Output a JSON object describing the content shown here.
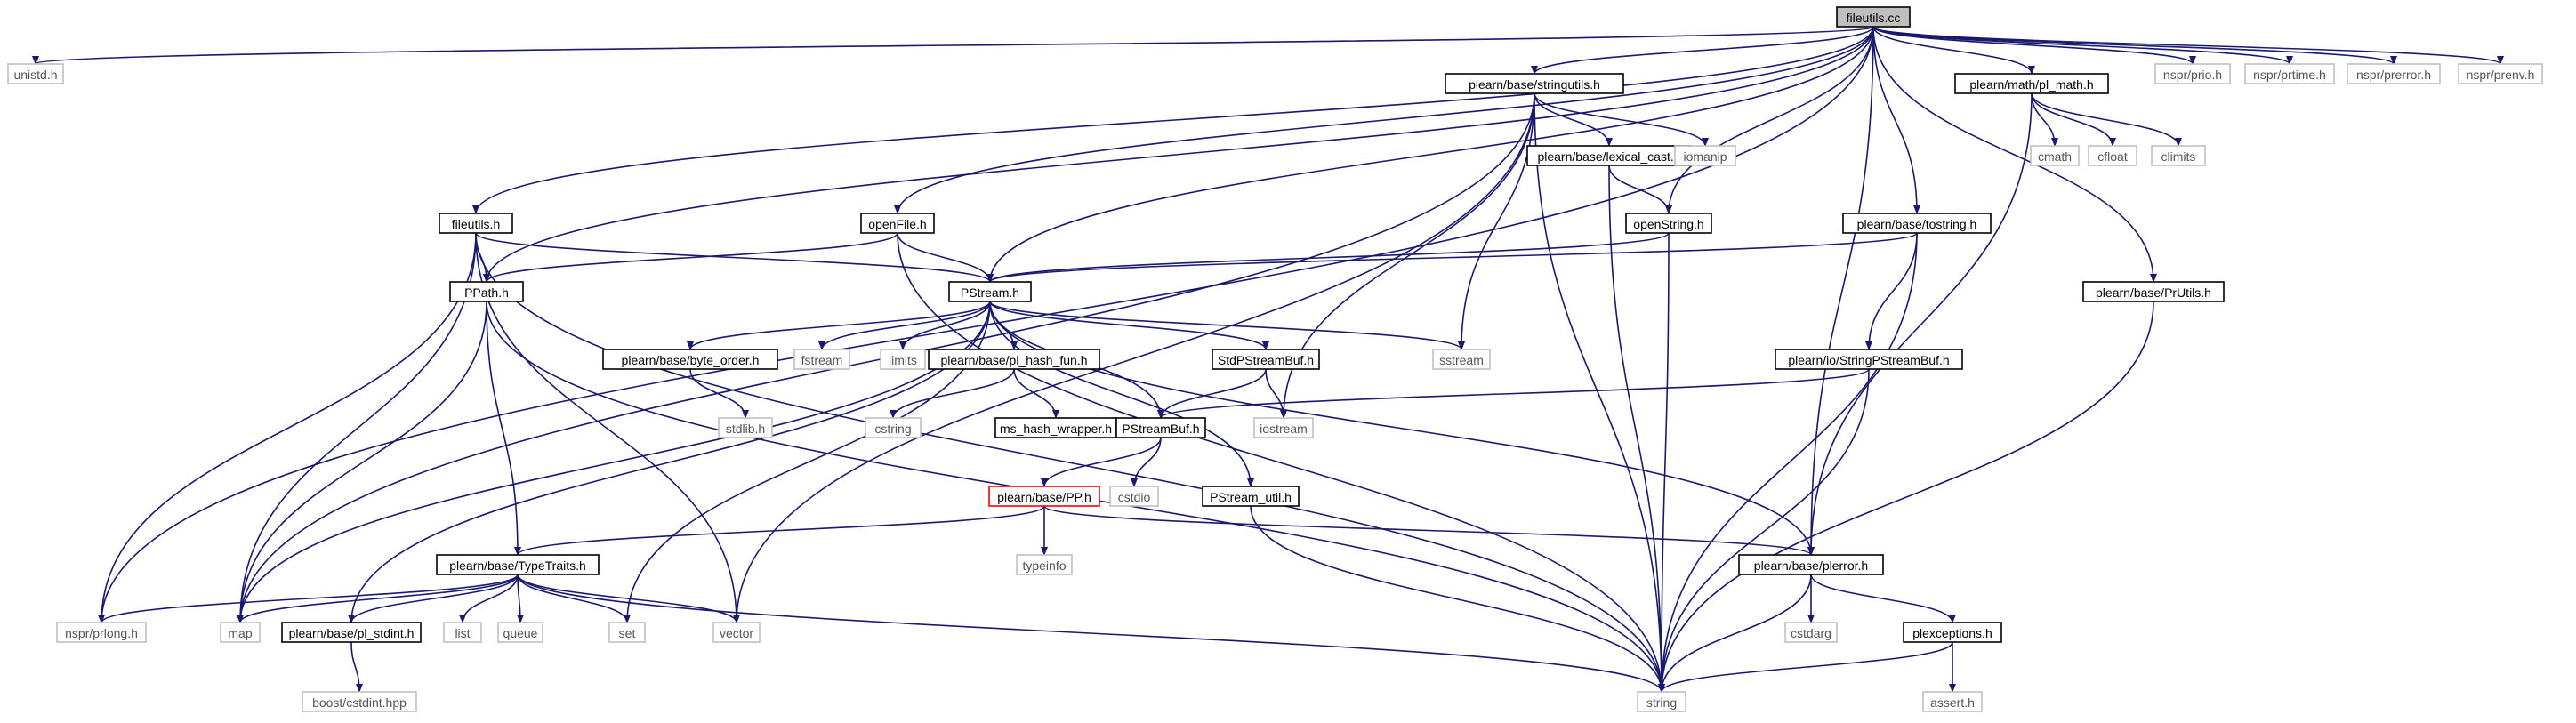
{
  "colors": {
    "edge": "#191970",
    "node_border_normal": "#000000",
    "node_border_missing": "#bfbfbf",
    "node_border_truncated": "#ff0000",
    "node_fill_root": "#bfbfbf",
    "node_fill": "#ffffff",
    "text_normal": "#000000",
    "text_missing": "#555555"
  },
  "nodes": [
    {
      "id": "fileutils_cc",
      "label": "fileutils.cc",
      "kind": "root"
    },
    {
      "id": "unistd_h",
      "label": "unistd.h",
      "kind": "missing"
    },
    {
      "id": "stringutils_h",
      "label": "plearn/base/stringutils.h",
      "kind": "normal"
    },
    {
      "id": "pl_math_h",
      "label": "plearn/math/pl_math.h",
      "kind": "normal"
    },
    {
      "id": "nspr_prio_h",
      "label": "nspr/prio.h",
      "kind": "missing"
    },
    {
      "id": "nspr_prtime_h",
      "label": "nspr/prtime.h",
      "kind": "missing"
    },
    {
      "id": "nspr_prerror_h",
      "label": "nspr/prerror.h",
      "kind": "missing"
    },
    {
      "id": "nspr_prenv_h",
      "label": "nspr/prenv.h",
      "kind": "missing"
    },
    {
      "id": "lexical_cast_h",
      "label": "plearn/base/lexical_cast.h",
      "kind": "normal"
    },
    {
      "id": "iomanip",
      "label": "iomanip",
      "kind": "missing"
    },
    {
      "id": "cmath",
      "label": "cmath",
      "kind": "missing"
    },
    {
      "id": "cfloat",
      "label": "cfloat",
      "kind": "missing"
    },
    {
      "id": "climits",
      "label": "climits",
      "kind": "missing"
    },
    {
      "id": "fileutils_h",
      "label": "fileutils.h",
      "kind": "normal"
    },
    {
      "id": "openFile_h",
      "label": "openFile.h",
      "kind": "normal"
    },
    {
      "id": "openString_h",
      "label": "openString.h",
      "kind": "normal"
    },
    {
      "id": "tostring_h",
      "label": "plearn/base/tostring.h",
      "kind": "normal"
    },
    {
      "id": "PPath_h",
      "label": "PPath.h",
      "kind": "normal"
    },
    {
      "id": "PStream_h",
      "label": "PStream.h",
      "kind": "normal"
    },
    {
      "id": "PrUtils_h",
      "label": "plearn/base/PrUtils.h",
      "kind": "normal"
    },
    {
      "id": "byte_order_h",
      "label": "plearn/base/byte_order.h",
      "kind": "normal"
    },
    {
      "id": "fstream",
      "label": "fstream",
      "kind": "missing"
    },
    {
      "id": "limits",
      "label": "limits",
      "kind": "missing"
    },
    {
      "id": "pl_hash_fun_h",
      "label": "plearn/base/pl_hash_fun.h",
      "kind": "normal"
    },
    {
      "id": "StdPStreamBuf_h",
      "label": "StdPStreamBuf.h",
      "kind": "normal"
    },
    {
      "id": "sstream",
      "label": "sstream",
      "kind": "missing"
    },
    {
      "id": "StringPStreamBuf_h",
      "label": "plearn/io/StringPStreamBuf.h",
      "kind": "normal"
    },
    {
      "id": "stdlib_h",
      "label": "stdlib.h",
      "kind": "missing"
    },
    {
      "id": "cstring",
      "label": "cstring",
      "kind": "missing"
    },
    {
      "id": "ms_hash_wrapper_h",
      "label": "ms_hash_wrapper.h",
      "kind": "normal"
    },
    {
      "id": "PStreamBuf_h",
      "label": "PStreamBuf.h",
      "kind": "normal"
    },
    {
      "id": "iostream",
      "label": "iostream",
      "kind": "missing"
    },
    {
      "id": "PP_h",
      "label": "plearn/base/PP.h",
      "kind": "truncated"
    },
    {
      "id": "cstdio",
      "label": "cstdio",
      "kind": "missing"
    },
    {
      "id": "PStream_util_h",
      "label": "PStream_util.h",
      "kind": "normal"
    },
    {
      "id": "typeinfo",
      "label": "typeinfo",
      "kind": "missing"
    },
    {
      "id": "TypeTraits_h",
      "label": "plearn/base/TypeTraits.h",
      "kind": "normal"
    },
    {
      "id": "plerror_h",
      "label": "plearn/base/plerror.h",
      "kind": "normal"
    },
    {
      "id": "nspr_prlong_h",
      "label": "nspr/prlong.h",
      "kind": "missing"
    },
    {
      "id": "map",
      "label": "map",
      "kind": "missing"
    },
    {
      "id": "pl_stdint_h",
      "label": "plearn/base/pl_stdint.h",
      "kind": "normal"
    },
    {
      "id": "list",
      "label": "list",
      "kind": "missing"
    },
    {
      "id": "queue",
      "label": "queue",
      "kind": "missing"
    },
    {
      "id": "set",
      "label": "set",
      "kind": "missing"
    },
    {
      "id": "vector",
      "label": "vector",
      "kind": "missing"
    },
    {
      "id": "cstdarg",
      "label": "cstdarg",
      "kind": "missing"
    },
    {
      "id": "plexceptions_h",
      "label": "plexceptions.h",
      "kind": "normal"
    },
    {
      "id": "boost_cstdint_hpp",
      "label": "boost/cstdint.hpp",
      "kind": "missing"
    },
    {
      "id": "string",
      "label": "string",
      "kind": "missing"
    },
    {
      "id": "assert_h",
      "label": "assert.h",
      "kind": "missing"
    }
  ],
  "edges": [
    [
      "fileutils_cc",
      "unistd_h"
    ],
    [
      "fileutils_cc",
      "stringutils_h"
    ],
    [
      "fileutils_cc",
      "pl_math_h"
    ],
    [
      "fileutils_cc",
      "nspr_prio_h"
    ],
    [
      "fileutils_cc",
      "nspr_prtime_h"
    ],
    [
      "fileutils_cc",
      "nspr_prerror_h"
    ],
    [
      "fileutils_cc",
      "nspr_prenv_h"
    ],
    [
      "fileutils_cc",
      "fileutils_h"
    ],
    [
      "fileutils_cc",
      "openFile_h"
    ],
    [
      "fileutils_cc",
      "openString_h"
    ],
    [
      "fileutils_cc",
      "tostring_h"
    ],
    [
      "fileutils_cc",
      "PrUtils_h"
    ],
    [
      "fileutils_cc",
      "PPath_h"
    ],
    [
      "fileutils_cc",
      "PStream_h"
    ],
    [
      "fileutils_cc",
      "plerror_h"
    ],
    [
      "fileutils_cc",
      "nspr_prlong_h"
    ],
    [
      "stringutils_h",
      "lexical_cast_h"
    ],
    [
      "stringutils_h",
      "iomanip"
    ],
    [
      "stringutils_h",
      "map"
    ],
    [
      "stringutils_h",
      "sstream"
    ],
    [
      "stringutils_h",
      "iostream"
    ],
    [
      "stringutils_h",
      "vector"
    ],
    [
      "stringutils_h",
      "string"
    ],
    [
      "lexical_cast_h",
      "openString_h"
    ],
    [
      "lexical_cast_h",
      "string"
    ],
    [
      "pl_math_h",
      "cmath"
    ],
    [
      "pl_math_h",
      "cfloat"
    ],
    [
      "pl_math_h",
      "climits"
    ],
    [
      "pl_math_h",
      "plerror_h"
    ],
    [
      "fileutils_h",
      "PPath_h"
    ],
    [
      "fileutils_h",
      "PStream_h"
    ],
    [
      "fileutils_h",
      "map"
    ],
    [
      "fileutils_h",
      "vector"
    ],
    [
      "fileutils_h",
      "nspr_prlong_h"
    ],
    [
      "fileutils_h",
      "string"
    ],
    [
      "openFile_h",
      "PPath_h"
    ],
    [
      "openFile_h",
      "PStream_h"
    ],
    [
      "openFile_h",
      "string"
    ],
    [
      "openString_h",
      "PStream_h"
    ],
    [
      "openString_h",
      "string"
    ],
    [
      "tostring_h",
      "PStream_h"
    ],
    [
      "tostring_h",
      "StringPStreamBuf_h"
    ],
    [
      "tostring_h",
      "string"
    ],
    [
      "PrUtils_h",
      "string"
    ],
    [
      "PPath_h",
      "TypeTraits_h"
    ],
    [
      "PPath_h",
      "map"
    ],
    [
      "PPath_h",
      "string"
    ],
    [
      "PStream_h",
      "byte_order_h"
    ],
    [
      "PStream_h",
      "fstream"
    ],
    [
      "PStream_h",
      "limits"
    ],
    [
      "PStream_h",
      "pl_hash_fun_h"
    ],
    [
      "PStream_h",
      "StdPStreamBuf_h"
    ],
    [
      "PStream_h",
      "sstream"
    ],
    [
      "PStream_h",
      "PStreamBuf_h"
    ],
    [
      "PStream_h",
      "PStream_util_h"
    ],
    [
      "PStream_h",
      "plerror_h"
    ],
    [
      "PStream_h",
      "map"
    ],
    [
      "PStream_h",
      "pl_stdint_h"
    ],
    [
      "PStream_h",
      "set"
    ],
    [
      "byte_order_h",
      "stdlib_h"
    ],
    [
      "pl_hash_fun_h",
      "cstring"
    ],
    [
      "pl_hash_fun_h",
      "ms_hash_wrapper_h"
    ],
    [
      "StdPStreamBuf_h",
      "PStreamBuf_h"
    ],
    [
      "StdPStreamBuf_h",
      "iostream"
    ],
    [
      "StringPStreamBuf_h",
      "PStreamBuf_h"
    ],
    [
      "StringPStreamBuf_h",
      "string"
    ],
    [
      "PStreamBuf_h",
      "PP_h"
    ],
    [
      "PStreamBuf_h",
      "cstdio"
    ],
    [
      "PP_h",
      "typeinfo"
    ],
    [
      "PP_h",
      "TypeTraits_h"
    ],
    [
      "PP_h",
      "plerror_h"
    ],
    [
      "PStream_util_h",
      "string"
    ],
    [
      "TypeTraits_h",
      "nspr_prlong_h"
    ],
    [
      "TypeTraits_h",
      "map"
    ],
    [
      "TypeTraits_h",
      "pl_stdint_h"
    ],
    [
      "TypeTraits_h",
      "list"
    ],
    [
      "TypeTraits_h",
      "queue"
    ],
    [
      "TypeTraits_h",
      "set"
    ],
    [
      "TypeTraits_h",
      "vector"
    ],
    [
      "TypeTraits_h",
      "string"
    ],
    [
      "plerror_h",
      "cstdarg"
    ],
    [
      "plerror_h",
      "plexceptions_h"
    ],
    [
      "plerror_h",
      "string"
    ],
    [
      "pl_stdint_h",
      "boost_cstdint_hpp"
    ],
    [
      "plexceptions_h",
      "string"
    ],
    [
      "plexceptions_h",
      "assert_h"
    ]
  ]
}
